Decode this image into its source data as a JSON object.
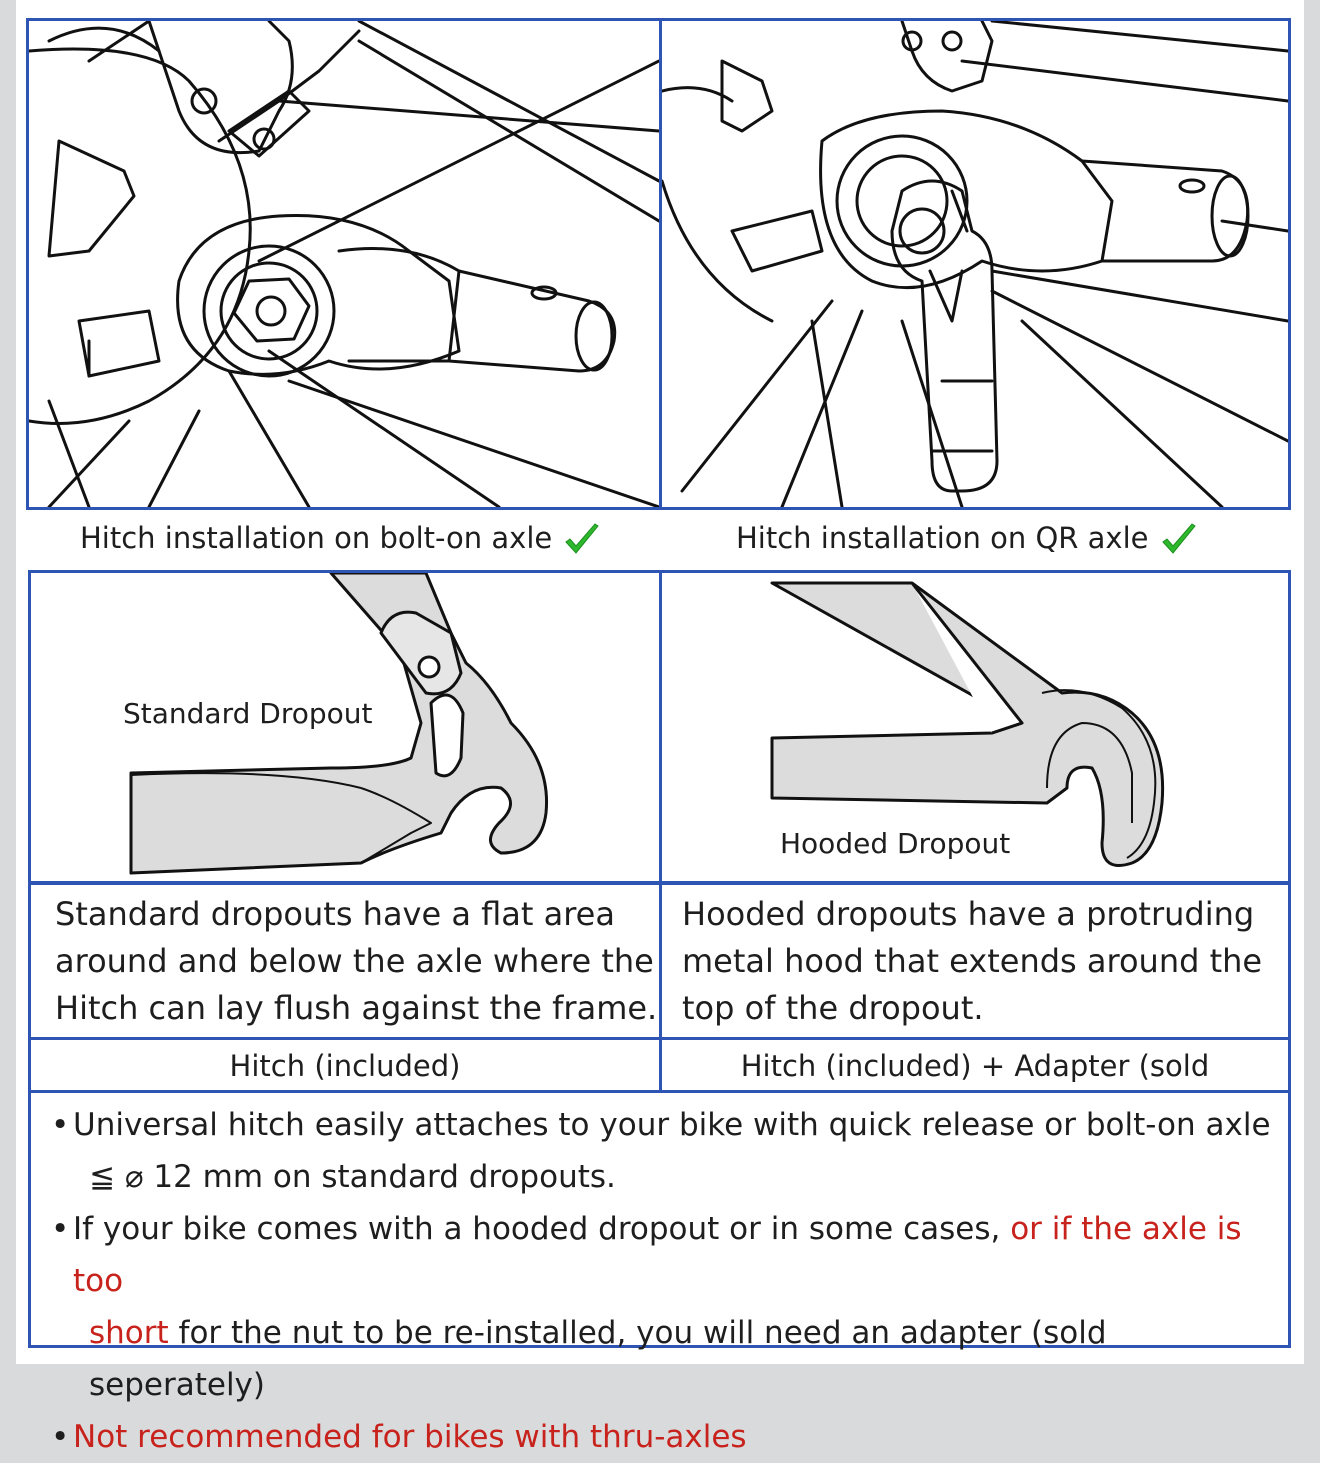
{
  "top_left_caption": "Hitch installation on bolt-on axle",
  "top_right_caption": "Hitch installation on QR axle",
  "check_icon": "green-checkmark",
  "standard_dropout_label": "Standard Dropout",
  "hooded_dropout_label": "Hooded Dropout",
  "standard_desc": {
    "line1": "Standard dropouts have a flat area",
    "line2": "around and below the axle where the",
    "line3": "Hitch can lay flush against the frame."
  },
  "hooded_desc": {
    "line1": "Hooded dropouts have a protruding",
    "line2": "metal hood that extends around the",
    "line3": "top of the dropout."
  },
  "standard_req": "Hitch (included)",
  "hooded_req": "Hitch (included) + Adapter (sold seperately)",
  "notes": {
    "bullet_char": "•",
    "n1_line1": "Universal hitch easily attaches to your bike with quick release or bolt-on axle",
    "n1_line2": "≦ ⌀ 12 mm on standard dropouts.",
    "n2_part1": "If your bike comes with a hooded dropout or in some cases, ",
    "n2_red1": "or if the axle is too",
    "n2_red2": "short",
    "n2_part2": " for the nut to be re-installed, you will need an adapter (sold seperately)",
    "n3_red": "Not recommended for bikes with thru-axles"
  },
  "colors": {
    "border": "#2f55b4",
    "red": "#c8221c",
    "check": "#2eb82e"
  }
}
